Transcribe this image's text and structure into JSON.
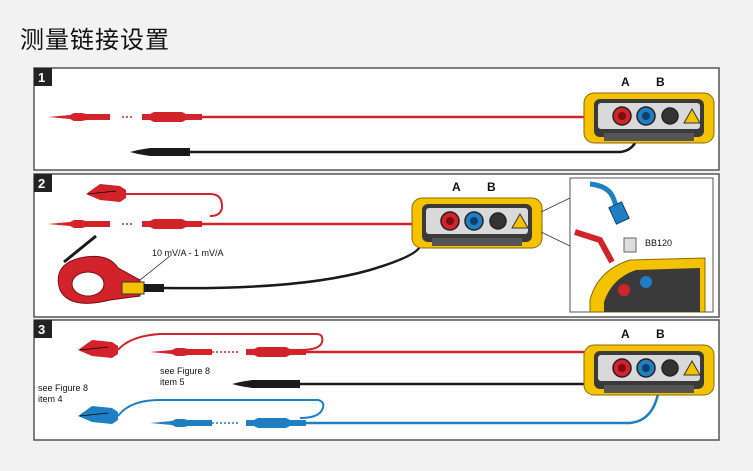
{
  "title": "测量链接设置",
  "panels": [
    {
      "number": "1",
      "label_a": "A",
      "label_b": "B"
    },
    {
      "number": "2",
      "label_a": "A",
      "label_b": "B",
      "clamp_label": "10 mV/A - 1 mV/A",
      "inset_label": "BB120"
    },
    {
      "number": "3",
      "label_a": "A",
      "label_b": "B",
      "note_left_line1": "see Figure 8",
      "note_left_line2": "item 4",
      "note_mid_line1": "see Figure 8",
      "note_mid_line2": "item 5"
    }
  ],
  "colors": {
    "red_lead": "#d2232a",
    "black_lead": "#1a1a1a",
    "blue_lead": "#1f7fc4",
    "meter_yellow": "#f5c200",
    "meter_body": "#3a3a3a"
  }
}
